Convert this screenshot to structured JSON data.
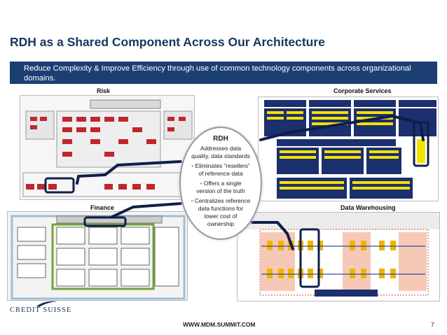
{
  "slide": {
    "title": "RDH as a Shared Component Across Our Architecture",
    "banner": "Reduce Complexity & Improve Efficiency through use of common technology components across organizational domains.",
    "sections": {
      "risk": "Risk",
      "corporate_services": "Corporate Services",
      "finance": "Finance",
      "data_warehousing": "Data Warehousing"
    },
    "rdh": {
      "heading": "RDH",
      "bullets": [
        "Addresses data quality, data standards",
        "Eliminates “resellers” of reference data",
        "Offers a single version of the truth",
        "Centralizes reference data functions for lower cost of ownership"
      ]
    },
    "footer": {
      "company": "CREDIT SUISSE",
      "url": "WWW.MDM.SUMMIT.COM",
      "page_number": "7"
    },
    "colors": {
      "title": "#17375e",
      "banner": "#1c3f73",
      "accent_red": "#c0272d",
      "accent_yellow": "#f3e200",
      "dark_navy": "#0f1f4a"
    }
  }
}
